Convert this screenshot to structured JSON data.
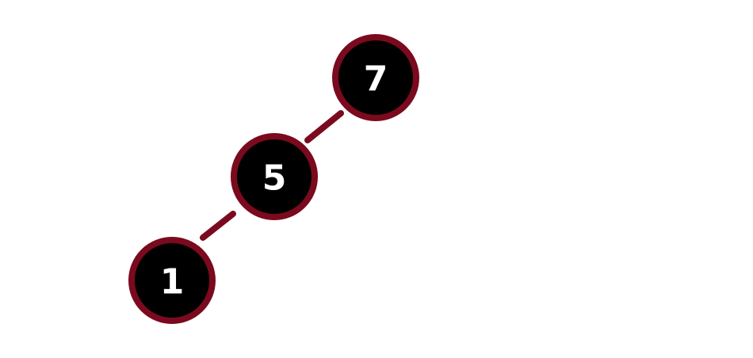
{
  "diagram": {
    "type": "binary-tree",
    "colors": {
      "background": "#ffffff",
      "node_fill": "#000000",
      "node_border": "#7b0a1e",
      "edge": "#7b0a1e",
      "label": "#ffffff"
    },
    "nodes": [
      {
        "id": "n7",
        "label": "7"
      },
      {
        "id": "n5",
        "label": "5"
      },
      {
        "id": "n1",
        "label": "1"
      }
    ],
    "edges": [
      {
        "from": "n7",
        "to": "n5"
      },
      {
        "from": "n5",
        "to": "n1"
      }
    ]
  }
}
